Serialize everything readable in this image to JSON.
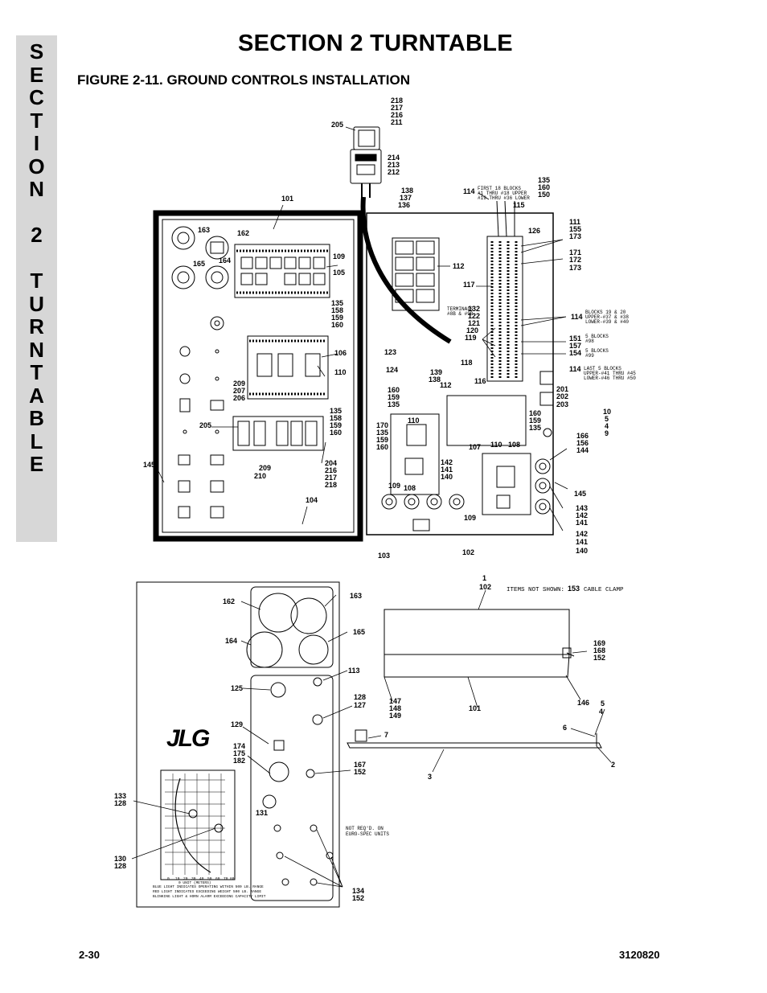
{
  "side_tab": {
    "letters": [
      "S",
      "E",
      "C",
      "T",
      "I",
      "O",
      "N",
      "",
      "2",
      "",
      "T",
      "U",
      "R",
      "N",
      "T",
      "A",
      "B",
      "L",
      "E"
    ]
  },
  "header": {
    "section_title": "SECTION 2  TURNTABLE",
    "figure_title": "FIGURE 2-11.  GROUND CONTROLS INSTALLATION"
  },
  "notes": {
    "terminals": [
      "FIRST 18 BLOCKS",
      "#1 THRU #18 UPPER",
      "#19 THRU #36 LOWER"
    ],
    "blocks_19_20": [
      "BLOCKS 19 & 20",
      "UPPER-#37 & #38",
      "LOWER-#39 & #40"
    ],
    "terminals_tag": [
      "TERMINALS",
      "#8B & #9B"
    ],
    "blocks_5a": [
      "5 BLOCKS",
      "#98"
    ],
    "blocks_5b": [
      "5 BLOCKS",
      "#99"
    ],
    "blocks_last": [
      "LAST 5 BLOCKS",
      "UPPER-#41 THRU #45",
      "LOWER-#46 THRU #50"
    ],
    "items_not_shown_label": "ITEMS NOT SHOWN:",
    "items_not_shown_num": "153",
    "items_not_shown_desc": "CABLE CLAMP",
    "not_reqd": [
      "NOT REQ'D. ON",
      "EURO-SPEC UNITS"
    ],
    "chart_caption": [
      "BLUE LIGHT INDICATES OPERATING WITHIN 500 LB. RANGE",
      "RED LIGHT INDICATES EXCEEDING WEIGHT 500 LB. RANGE",
      "BLINKING LIGHT & HORN ALARM EXCEEDING CAPACITY LIMIT"
    ],
    "chart_axis": [
      "0",
      "10",
      "20",
      "30",
      "40",
      "50",
      "60",
      "70",
      "80"
    ],
    "chart_note": "0 UNIT (METERS)"
  },
  "brand": {
    "logo": "JLG"
  },
  "callouts": {
    "c218": "218",
    "c217": "217",
    "c216": "216",
    "c211": "211",
    "c205": "205",
    "c214": "214",
    "c213": "213",
    "c212": "212",
    "c101": "101",
    "c163": "163",
    "c162": "162",
    "c165": "165",
    "c164": "164",
    "c109": "109",
    "c105": "105",
    "c135": "135",
    "c158": "158",
    "c159": "159",
    "c160": "160",
    "c106": "106",
    "c110": "110",
    "c209": "209",
    "c207": "207",
    "c206": "206",
    "c205b": "205",
    "c135b": "135",
    "c158b": "158",
    "c159b": "159",
    "c160b": "160",
    "c204": "204",
    "c216b": "216",
    "c217b": "217",
    "c218b": "218",
    "c209b": "209",
    "c210": "210",
    "c145": "145",
    "c104": "104",
    "c138": "138",
    "c137": "137",
    "c136": "136",
    "c114": "114",
    "c135c": "135",
    "c160c": "160",
    "c150": "150",
    "c115": "115",
    "c112": "112",
    "c117": "117",
    "c132": "132",
    "c122": "122",
    "c121": "121",
    "c120": "120",
    "c119": "119",
    "c126": "126",
    "c111": "111",
    "c155": "155",
    "c173": "173",
    "c171": "171",
    "c172": "172",
    "c173b": "173",
    "c114b": "114",
    "c151": "151",
    "c157": "157",
    "c154": "154",
    "c114c": "114",
    "c123": "123",
    "c124": "124",
    "c139": "139",
    "c138b": "138",
    "c118": "118",
    "c116": "116",
    "c112b": "112",
    "c160d": "160",
    "c159d": "159",
    "c135d": "135",
    "c201": "201",
    "c202": "202",
    "c203": "203",
    "c10": "10",
    "c5": "5",
    "c4": "4",
    "c9": "9",
    "c170": "170",
    "c135e": "135",
    "c159e": "159",
    "c160e": "160",
    "c110b": "110",
    "c160f": "160",
    "c159f": "159",
    "c135f": "135",
    "c107": "107",
    "c110c": "110",
    "c108": "108",
    "c166": "166",
    "c156": "156",
    "c144": "144",
    "c142": "142",
    "c141": "141",
    "c140": "140",
    "c109b": "109",
    "c108b": "108",
    "c145b": "145",
    "c143": "143",
    "c142b": "142",
    "c141b": "141",
    "c109c": "109",
    "c142c": "142",
    "c141c": "141",
    "c140c": "140",
    "c103": "103",
    "c102": "102",
    "c162b": "162",
    "c163b": "163",
    "c164b": "164",
    "c165b": "165",
    "c113": "113",
    "c125": "125",
    "c128": "128",
    "c127": "127",
    "c129": "129",
    "c174": "174",
    "c175": "175",
    "c182": "182",
    "c167": "167",
    "c152": "152",
    "c133": "133",
    "c128b": "128",
    "c131": "131",
    "c130": "130",
    "c128c": "128",
    "c134": "134",
    "c152b": "152",
    "c1": "1",
    "c102b": "102",
    "c169": "169",
    "c168": "168",
    "c152c": "152",
    "c147": "147",
    "c148": "148",
    "c149": "149",
    "c101b": "101",
    "c146": "146",
    "c5b": "5",
    "c4b": "4",
    "c6": "6",
    "c7": "7",
    "c2": "2",
    "c3": "3"
  },
  "footer": {
    "page_number": "2-30",
    "doc_number": "3120820"
  }
}
